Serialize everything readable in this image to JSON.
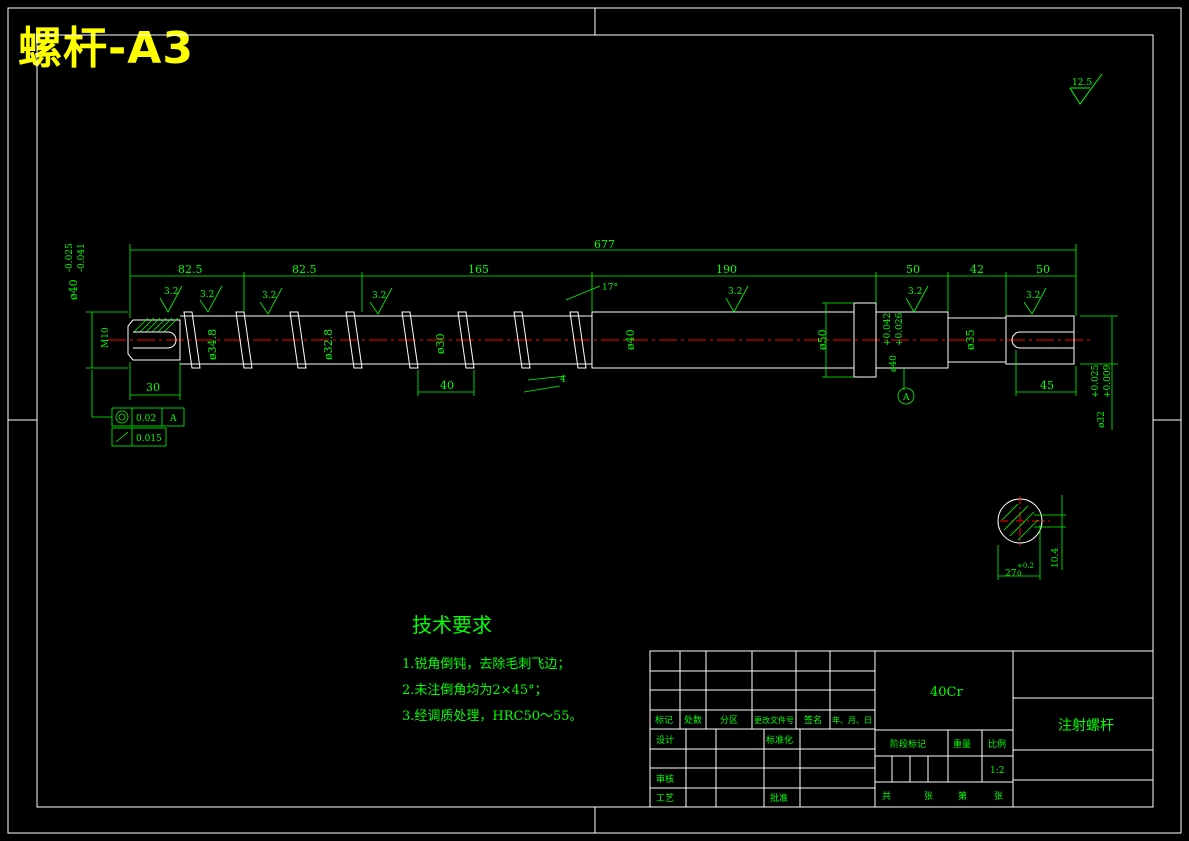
{
  "title": "螺杆-A3",
  "surface_roughness": {
    "general": "12.5",
    "local": [
      "3.2",
      "3.2",
      "3.2",
      "3.2",
      "3.2",
      "3.2",
      "3.2"
    ]
  },
  "dimensions": {
    "overall_length": "677",
    "segments": [
      "82.5",
      "82.5",
      "165",
      "190",
      "50",
      "42",
      "50"
    ],
    "left_diameter": "ø40",
    "left_tol_upper": "-0.025",
    "left_tol_lower": "-0.041",
    "thread": "M10",
    "d_root1": "ø34.8",
    "d_root2": "ø32.8",
    "d_root3": "ø30",
    "d_shaft": "ø40",
    "d_collar": "ø50",
    "d_journal": "ø40",
    "d_journal_tol_upper": "+0.042",
    "d_journal_tol_lower": "+0.026",
    "d_neck": "ø35",
    "d_end": "ø32",
    "d_end_tol_upper": "+0.025",
    "d_end_tol_lower": "+0.009",
    "tip_length": "30",
    "pitch": "40",
    "flight_width": "4",
    "flight_angle": "17°",
    "keyway_length": "45",
    "datum": "A",
    "section_width": "27",
    "section_width_tol": "+0.2",
    "section_width_tol_lower": "0",
    "section_depth": "10.4"
  },
  "tolerances": {
    "coaxiality": "0.02",
    "coaxiality_datum": "A",
    "runout": "0.015"
  },
  "technical_requirements": {
    "heading": "技术要求",
    "items": [
      "1.锐角倒钝，去除毛刺飞边；",
      "2.未注倒角均为2×45°；",
      "3.经调质处理，HRC50～55。"
    ]
  },
  "title_block": {
    "material": "40Cr",
    "part_name": "注射螺杆",
    "col_mark": "标记",
    "col_count": "处数",
    "col_zone": "分区",
    "col_doc": "更改文件号",
    "col_sign": "签名",
    "col_date": "年、月、日",
    "design": "设计",
    "standardize": "标准化",
    "stage_mark": "阶段标记",
    "weight": "重量",
    "scale_label": "比例",
    "scale": "1:2",
    "review": "审核",
    "process": "工艺",
    "approve": "批准",
    "total": "共",
    "sheet_word": "张",
    "page_no": "第",
    "sheet_word2": "张"
  },
  "colors": {
    "line": "#00ff00",
    "part": "#ffffff",
    "centerline": "#ff0000",
    "title": "#ffff00",
    "background": "#000000"
  }
}
